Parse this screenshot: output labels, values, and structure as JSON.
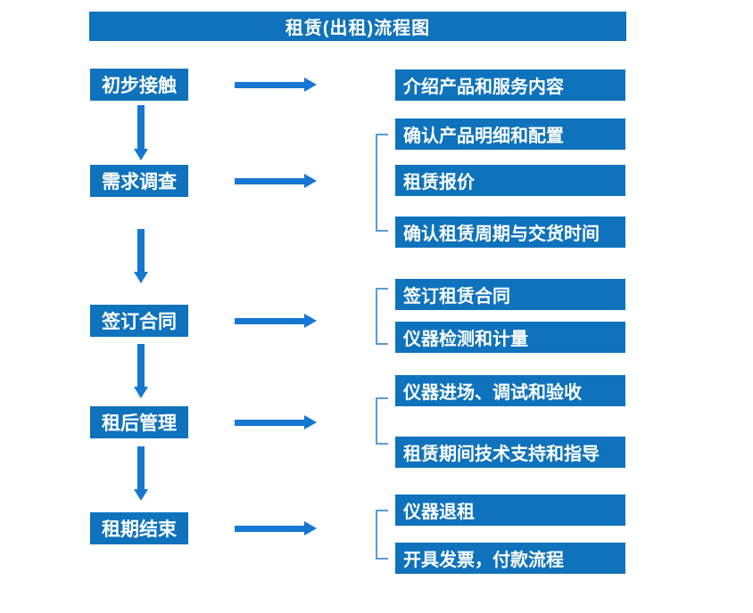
{
  "title": "租赁(出租)流程图",
  "colors": {
    "box_blue": "#0E72BC",
    "arrow_blue": "#1577D2",
    "bracket_blue": "#5B9BD5",
    "text_white": "#FFFFFF"
  },
  "steps": [
    {
      "label": "初步接触",
      "details": [
        "介绍产品和服务内容"
      ]
    },
    {
      "label": "需求调查",
      "details": [
        "确认产品明细和配置",
        "租赁报价",
        "确认租赁周期与交货时间"
      ]
    },
    {
      "label": "签订合同",
      "details": [
        "签订租赁合同",
        "仪器检测和计量"
      ]
    },
    {
      "label": "租后管理",
      "details": [
        "仪器进场、调试和验收",
        "租赁期间技术支持和指导"
      ]
    },
    {
      "label": "租期结束",
      "details": [
        "仪器退租",
        "开具发票，付款流程"
      ]
    }
  ]
}
